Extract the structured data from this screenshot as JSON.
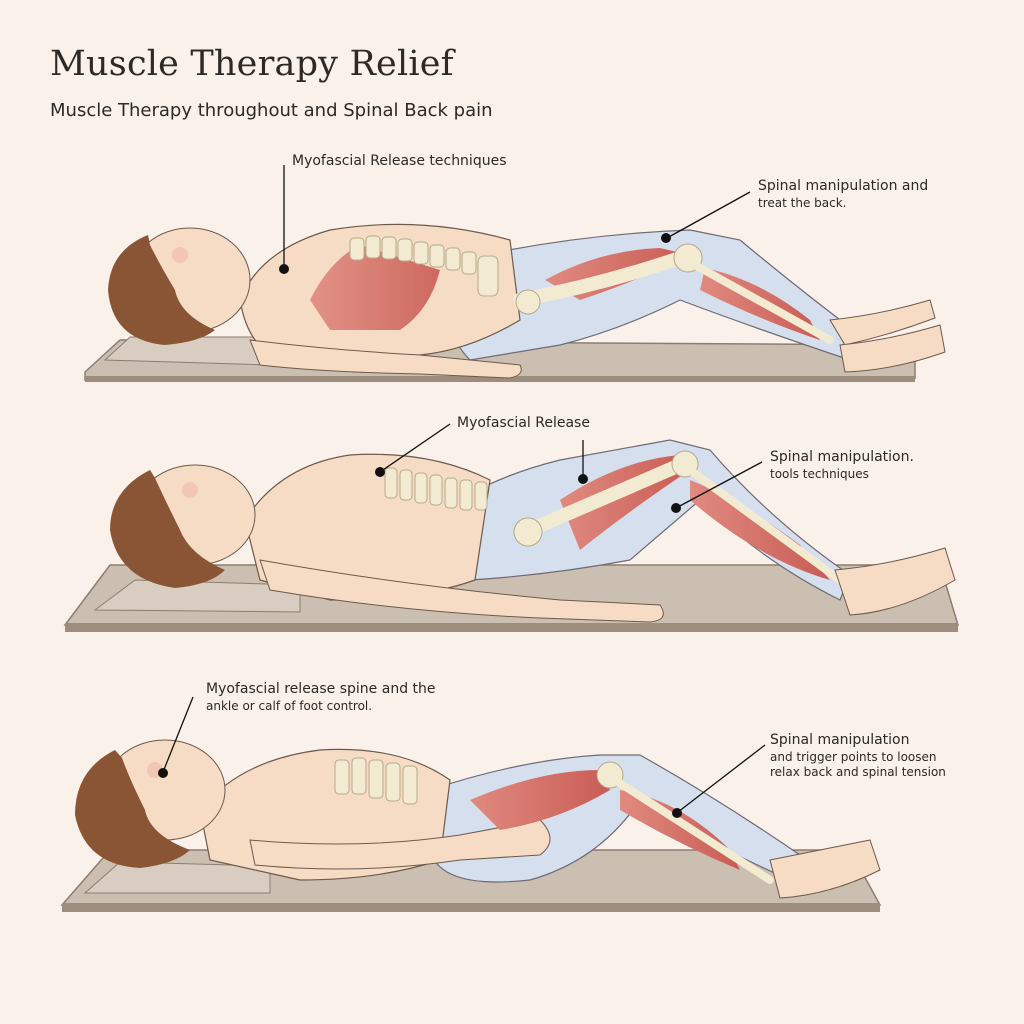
{
  "title": "Muscle Therapy Relief",
  "subtitle": "Muscle Therapy throughout and Spinal Back pain",
  "panels": [
    {
      "id": "panel-1",
      "callouts": [
        {
          "line1": "Myofascial Release techniques",
          "line2": ""
        },
        {
          "line1": "Spinal manipulation and",
          "line2": "treat the back."
        }
      ]
    },
    {
      "id": "panel-2",
      "callouts": [
        {
          "line1": "Myofascial Release",
          "line2": ""
        },
        {
          "line1": "Spinal manipulation.",
          "line2": "tools techniques"
        }
      ]
    },
    {
      "id": "panel-3",
      "callouts": [
        {
          "line1": "Myofascial release spine and the",
          "line2": "ankle or calf of foot control."
        },
        {
          "line1": "Spinal manipulation",
          "line2": "and trigger points to loosen",
          "line3": "relax back and spinal tension"
        }
      ]
    }
  ],
  "colors": {
    "background": "#f9f1ea",
    "skin": "#f6dcc4",
    "hair": "#8a5535",
    "muscle": "#d9746a",
    "bone": "#f3ead2",
    "pants": "#d5dfee",
    "mat": "#c9bcae",
    "mat_edge": "#8c7d70",
    "marker": "#111111"
  }
}
